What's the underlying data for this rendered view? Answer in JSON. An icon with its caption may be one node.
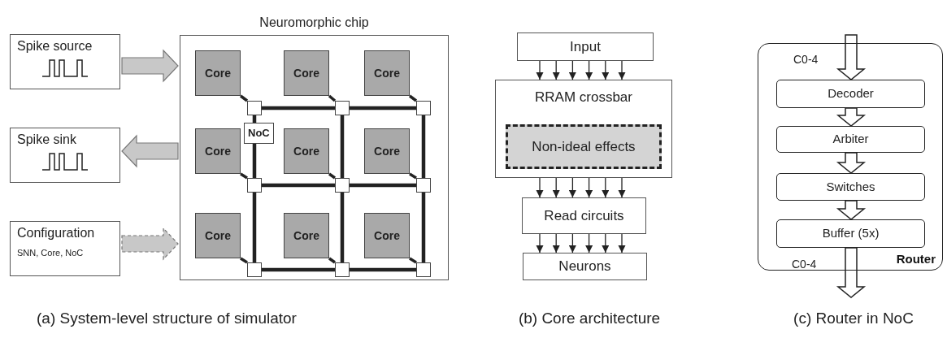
{
  "diagram": {
    "nodes": [
      {
        "text": [
          "Spike source"
        ]
      },
      {
        "text": [
          "Spike sink"
        ]
      },
      {
        "text": [
          "Configuration",
          "SNN, Core, NoC"
        ]
      },
      {
        "text": [
          "Neuromorphic chip"
        ]
      },
      {
        "text": [
          "Core"
        ],
        "in": 3
      },
      {
        "text": [
          "Core"
        ],
        "in": 3
      },
      {
        "text": [
          "Core"
        ],
        "in": 3
      },
      {
        "text": [
          "Core"
        ],
        "in": 3
      },
      {
        "text": [
          "Core"
        ],
        "in": 3
      },
      {
        "text": [
          "Core"
        ],
        "in": 3
      },
      {
        "text": [
          "Core"
        ],
        "in": 3
      },
      {
        "text": [
          "Core"
        ],
        "in": 3
      },
      {
        "text": [
          "Core"
        ],
        "in": 3
      },
      {
        "text": [],
        "shape": "box",
        "in": 3
      },
      {
        "text": [],
        "shape": "box",
        "in": 3
      },
      {
        "text": [],
        "shape": "box",
        "in": 3
      },
      {
        "text": [],
        "shape": "box",
        "in": 3
      },
      {
        "text": [],
        "shape": "box",
        "in": 3
      },
      {
        "text": [],
        "shape": "box",
        "in": 3
      },
      {
        "text": [],
        "shape": "box",
        "in": 3
      },
      {
        "text": [],
        "shape": "box",
        "in": 3
      },
      {
        "text": [],
        "shape": "box",
        "in": 3
      },
      {
        "text": [
          "Input"
        ]
      },
      {
        "text": [
          "RRAM crossbar"
        ]
      },
      {
        "text": [
          "Non-ideal effects"
        ],
        "in": 23
      },
      {
        "text": [
          "Read circuits"
        ]
      },
      {
        "text": [
          "Neurons"
        ]
      },
      {
        "text": [
          "Router"
        ]
      },
      {
        "text": [
          "Decoder"
        ],
        "in": 27
      },
      {
        "text": [
          "Arbiter"
        ],
        "in": 27
      },
      {
        "text": [
          "Switches"
        ],
        "in": 27
      },
      {
        "text": [
          "Buffer (5x)"
        ],
        "in": 27
      }
    ],
    "edges": [
      {
        "from": 0,
        "to": 3,
        "arrow": "to",
        "color": "#c8c8c8"
      },
      {
        "from": 3,
        "to": 1,
        "arrow": "to",
        "color": "#c8c8c8"
      },
      {
        "from": 2,
        "to": 3,
        "arrow": "to",
        "color": "#c8c8c8",
        "style": "dashed"
      },
      {
        "from": 4,
        "to": 13,
        "arrow": "none"
      },
      {
        "from": 5,
        "to": 14,
        "arrow": "none"
      },
      {
        "from": 6,
        "to": 15,
        "arrow": "none"
      },
      {
        "from": 7,
        "to": 16,
        "arrow": "none"
      },
      {
        "from": 8,
        "to": 17,
        "arrow": "none"
      },
      {
        "from": 9,
        "to": 18,
        "arrow": "none"
      },
      {
        "from": 10,
        "to": 19,
        "arrow": "none"
      },
      {
        "from": 11,
        "to": 20,
        "arrow": "none"
      },
      {
        "from": 12,
        "to": 21,
        "arrow": "none"
      },
      {
        "from": 13,
        "to": 14,
        "arrow": "none"
      },
      {
        "from": 14,
        "to": 15,
        "arrow": "none"
      },
      {
        "from": 16,
        "to": 17,
        "arrow": "none"
      },
      {
        "from": 17,
        "to": 18,
        "arrow": "none"
      },
      {
        "from": 19,
        "to": 20,
        "arrow": "none"
      },
      {
        "from": 20,
        "to": 21,
        "arrow": "none"
      },
      {
        "from": 13,
        "to": 16,
        "arrow": "none",
        "label": "NoC"
      },
      {
        "from": 16,
        "to": 19,
        "arrow": "none"
      },
      {
        "from": 14,
        "to": 17,
        "arrow": "none"
      },
      {
        "from": 17,
        "to": 20,
        "arrow": "none"
      },
      {
        "from": 15,
        "to": 18,
        "arrow": "none"
      },
      {
        "from": 18,
        "to": 21,
        "arrow": "none"
      },
      {
        "from": 22,
        "to": 23,
        "arrow": "to"
      },
      {
        "from": 22,
        "to": 23,
        "arrow": "to"
      },
      {
        "from": 22,
        "to": 23,
        "arrow": "to"
      },
      {
        "from": 22,
        "to": 23,
        "arrow": "to"
      },
      {
        "from": 22,
        "to": 23,
        "arrow": "to"
      },
      {
        "from": 22,
        "to": 23,
        "arrow": "to"
      },
      {
        "from": 23,
        "to": 25,
        "arrow": "to"
      },
      {
        "from": 23,
        "to": 25,
        "arrow": "to"
      },
      {
        "from": 23,
        "to": 25,
        "arrow": "to"
      },
      {
        "from": 23,
        "to": 25,
        "arrow": "to"
      },
      {
        "from": 23,
        "to": 25,
        "arrow": "to"
      },
      {
        "from": 23,
        "to": 25,
        "arrow": "to"
      },
      {
        "from": 25,
        "to": 26,
        "arrow": "to"
      },
      {
        "from": 25,
        "to": 26,
        "arrow": "to"
      },
      {
        "from": 25,
        "to": 26,
        "arrow": "to"
      },
      {
        "from": 25,
        "to": 26,
        "arrow": "to"
      },
      {
        "from": 25,
        "to": 26,
        "arrow": "to"
      },
      {
        "from": 25,
        "to": 26,
        "arrow": "to"
      },
      {
        "from": null,
        "to": 28,
        "arrow": "to",
        "label": "C0-4"
      },
      {
        "from": 28,
        "to": 29,
        "arrow": "to"
      },
      {
        "from": 29,
        "to": 30,
        "arrow": "to"
      },
      {
        "from": 30,
        "to": 31,
        "arrow": "to"
      },
      {
        "from": 31,
        "to": null,
        "arrow": "to",
        "label": "C0-4"
      }
    ],
    "labels": [
      "(a) System-level structure of simulator",
      "(b) Core architecture",
      "(c) Router in NoC"
    ]
  }
}
